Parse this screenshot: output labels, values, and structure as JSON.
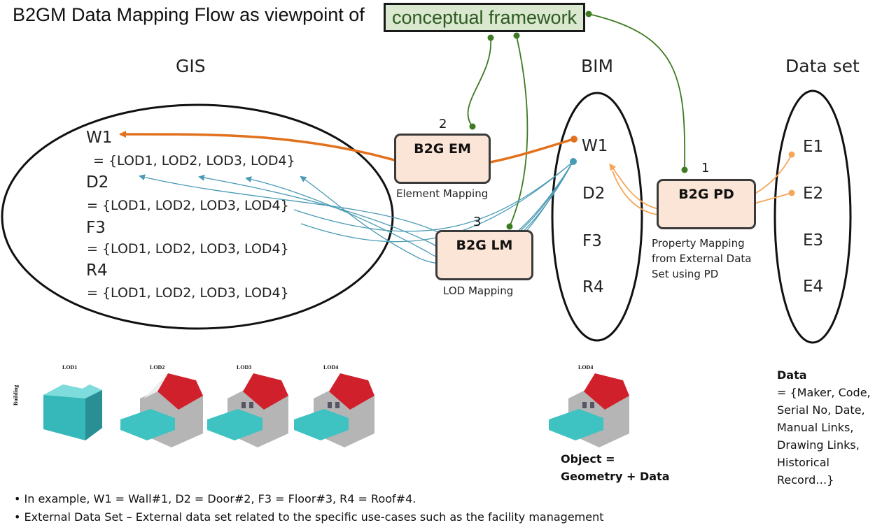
{
  "title": "B2GM Data Mapping Flow as viewpoint of",
  "framework_label": "conceptual framework",
  "sections": {
    "gis": "GIS",
    "bim": "BIM",
    "dataset": "Data set"
  },
  "gis_items": [
    {
      "id": "W1",
      "lods": "= {LOD1, LOD2, LOD3, LOD4}"
    },
    {
      "id": "D2",
      "lods": "= {LOD1, LOD2, LOD3, LOD4}"
    },
    {
      "id": "F3",
      "lods": "= {LOD1, LOD2, LOD3, LOD4}"
    },
    {
      "id": "R4",
      "lods": "= {LOD1, LOD2, LOD3, LOD4}"
    }
  ],
  "bim_items": [
    "W1",
    "D2",
    "F3",
    "R4"
  ],
  "dataset_items": [
    "E1",
    "E2",
    "E3",
    "E4"
  ],
  "boxes": {
    "em": {
      "label": "B2G EM",
      "number": "2",
      "caption": "Element Mapping"
    },
    "lm": {
      "label": "B2G LM",
      "number": "3",
      "caption": "LOD Mapping"
    },
    "pd": {
      "label": "B2G PD",
      "number": "1",
      "caption_lines": [
        "Property Mapping",
        "from External Data",
        "Set using PD"
      ]
    }
  },
  "lod_images": [
    "LOD1",
    "LOD2",
    "LOD3",
    "LOD4"
  ],
  "building_label": "Building",
  "bim_image_label": "LOD4",
  "object_caption": [
    "Object =",
    "Geometry + Data"
  ],
  "data_block": {
    "heading": "Data",
    "lines": [
      "= {Maker, Code,",
      "Serial No, Date,",
      "Manual Links,",
      "Drawing Links,",
      "Historical",
      "Record…}"
    ]
  },
  "notes": [
    "• In example, W1 = Wall#1, D2 = Door#2, F3 = Floor#3, R4 = Roof#4.",
    "• External Data Set – External data set related to the specific use-cases such as the facility management"
  ],
  "colors": {
    "orange": "#e2711d",
    "light_orange": "#f4a65a",
    "teal": "#4a9bb5",
    "green": "#3e7a21",
    "box_fill": "#fbe5d6",
    "roof": "#d0202b",
    "cyan": "#3ec2c2"
  }
}
